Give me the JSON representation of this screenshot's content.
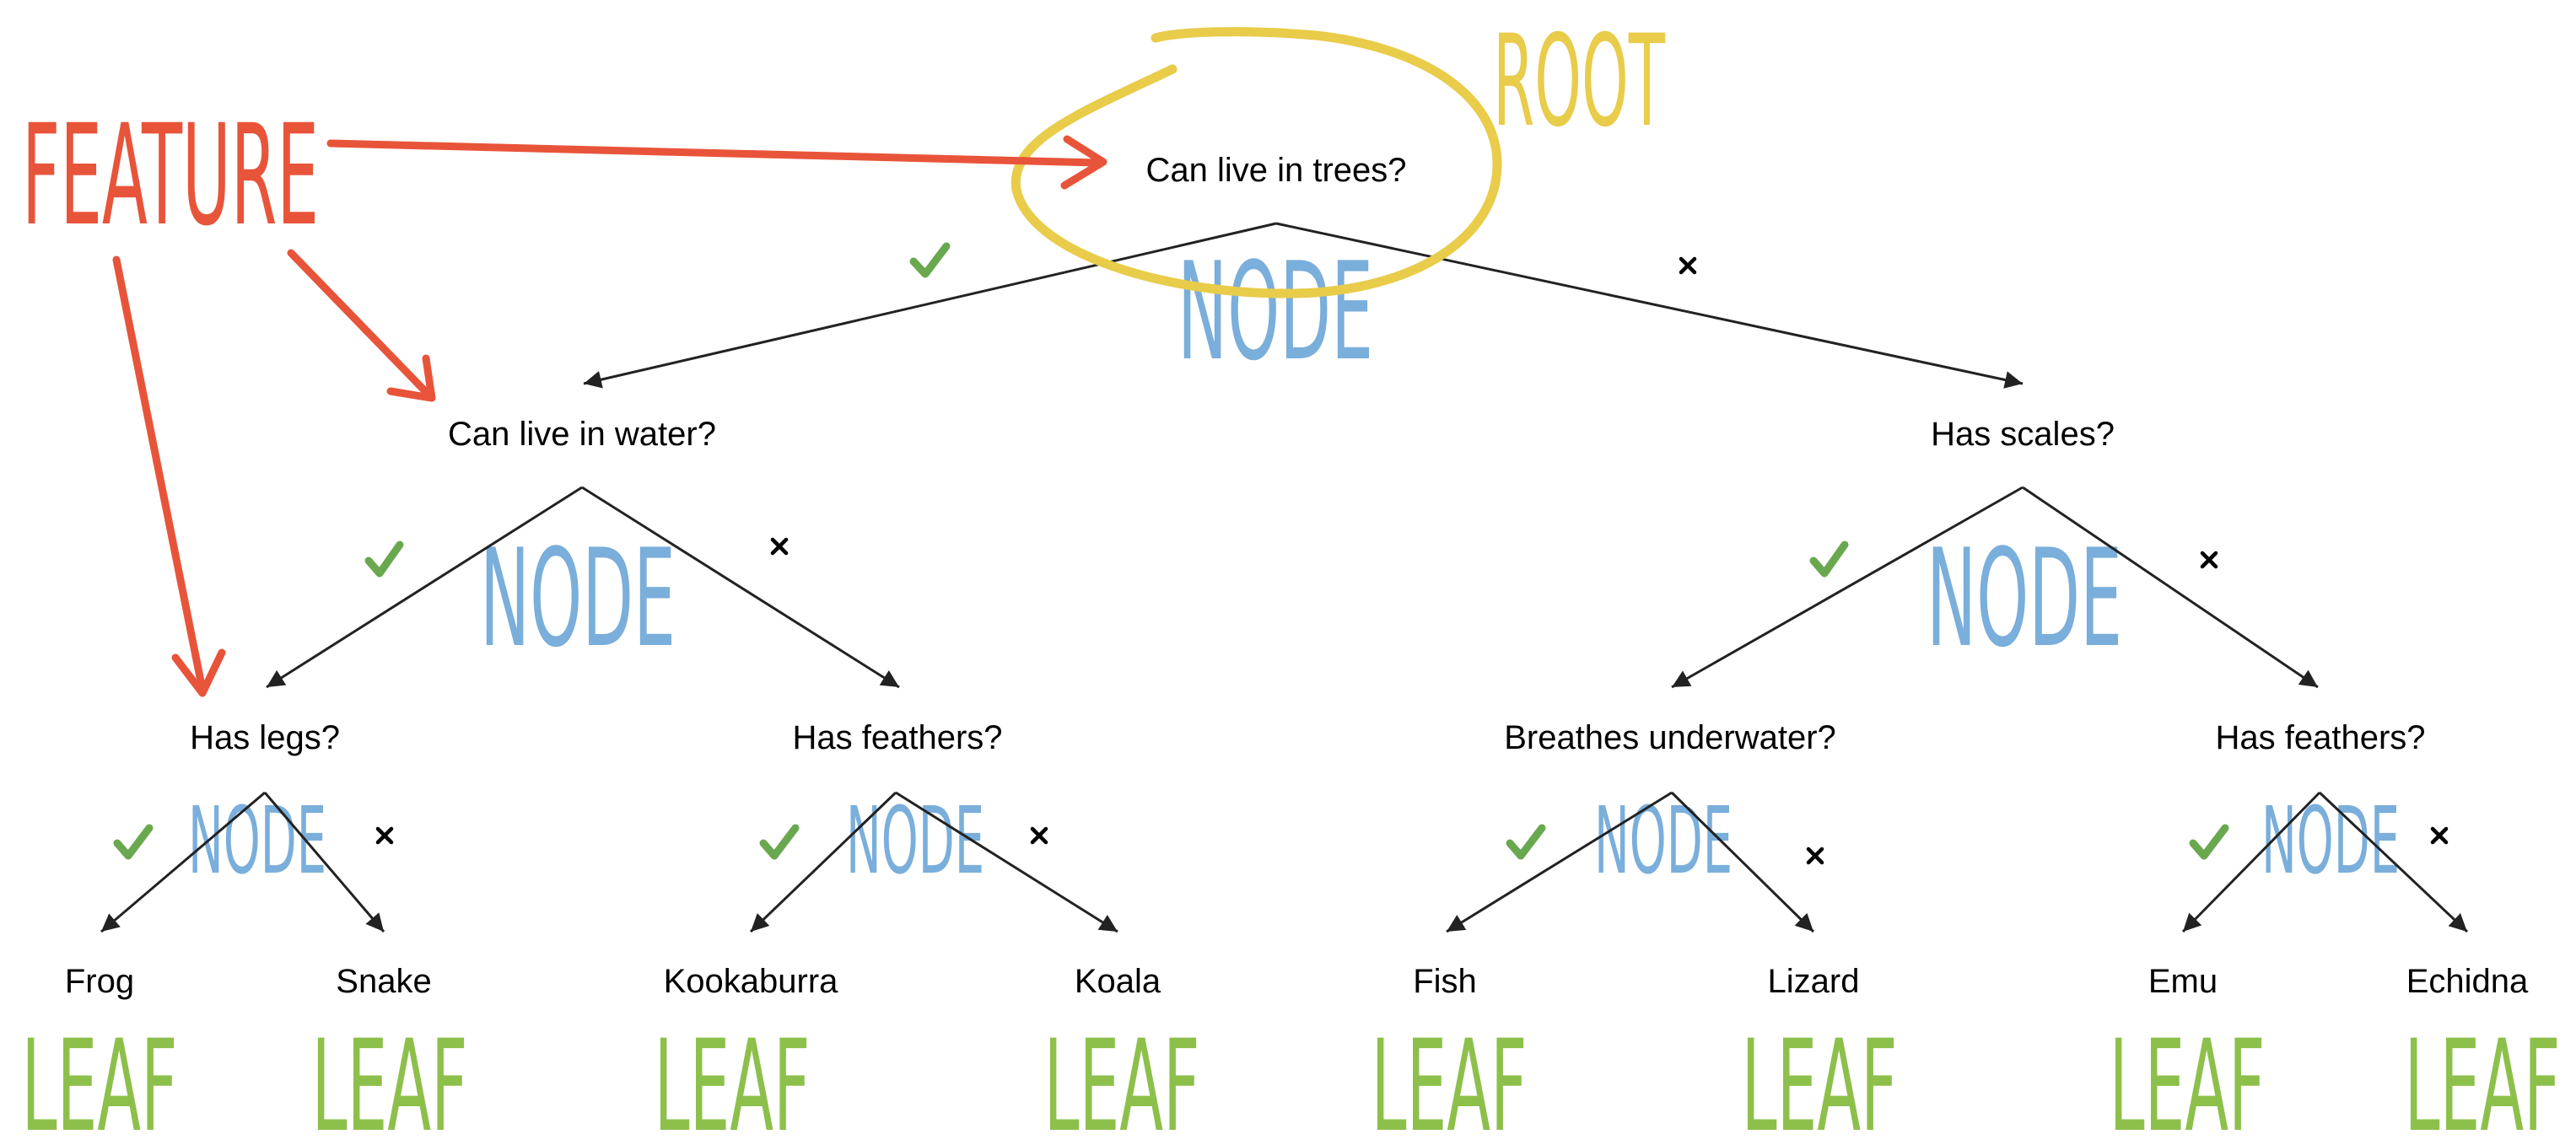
{
  "nodes": {
    "root": "Can live in trees?",
    "water": "Can live in water?",
    "scales": "Has scales?",
    "legs": "Has legs?",
    "feathers_left": "Has feathers?",
    "breathes": "Breathes underwater?",
    "feathers_right": "Has feathers?"
  },
  "leaves": [
    "Frog",
    "Snake",
    "Kookaburra",
    "Koala",
    "Fish",
    "Lizard",
    "Emu",
    "Echidna"
  ],
  "annotations": {
    "feature": "FEATURE",
    "root": "ROOT",
    "node": "NODE",
    "leaf": "LEAF"
  },
  "colors": {
    "feature": "#e8543a",
    "root": "#e8cc4a",
    "node": "#7aaedb",
    "leaf": "#8dc04b",
    "check": "#6aa84f"
  }
}
